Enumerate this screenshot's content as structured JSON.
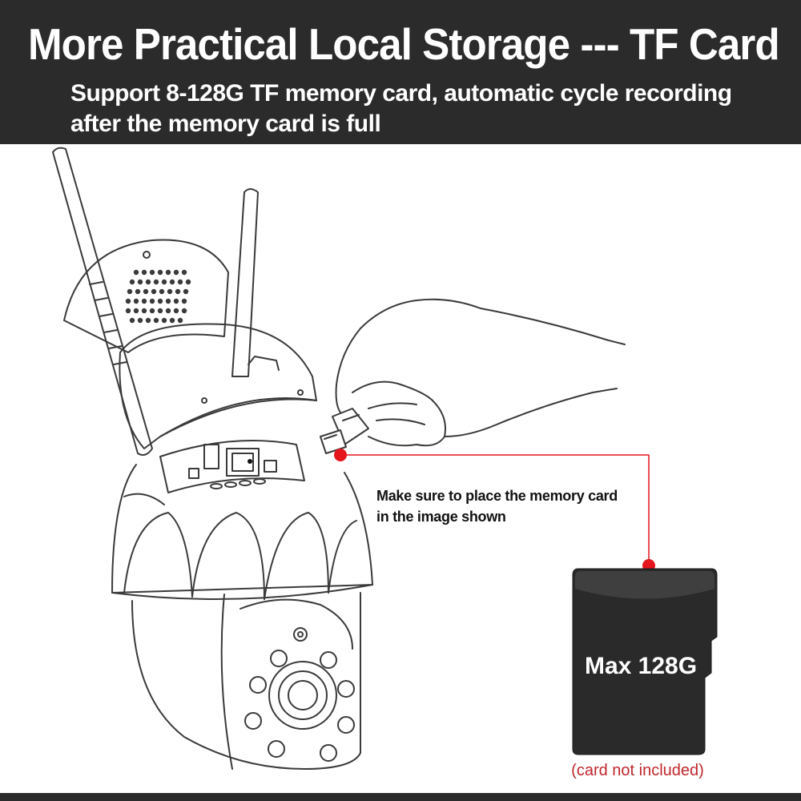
{
  "header": {
    "title": "More Practical Local Storage --- TF Card",
    "subtitle_line1": "Support 8-128G TF memory card, automatic cycle recording",
    "subtitle_line2": "after the memory card is full"
  },
  "illustration": {
    "note_line1": "Make sure to place the memory card",
    "note_line2": "in the image shown",
    "card_label": "Max 128G",
    "disclaimer": "(card not included)"
  },
  "colors": {
    "header_bg": "#2b2b2b",
    "accent_red": "#e4151d",
    "disclaimer_red": "#c0262b",
    "card_body": "#2a2a2a"
  }
}
